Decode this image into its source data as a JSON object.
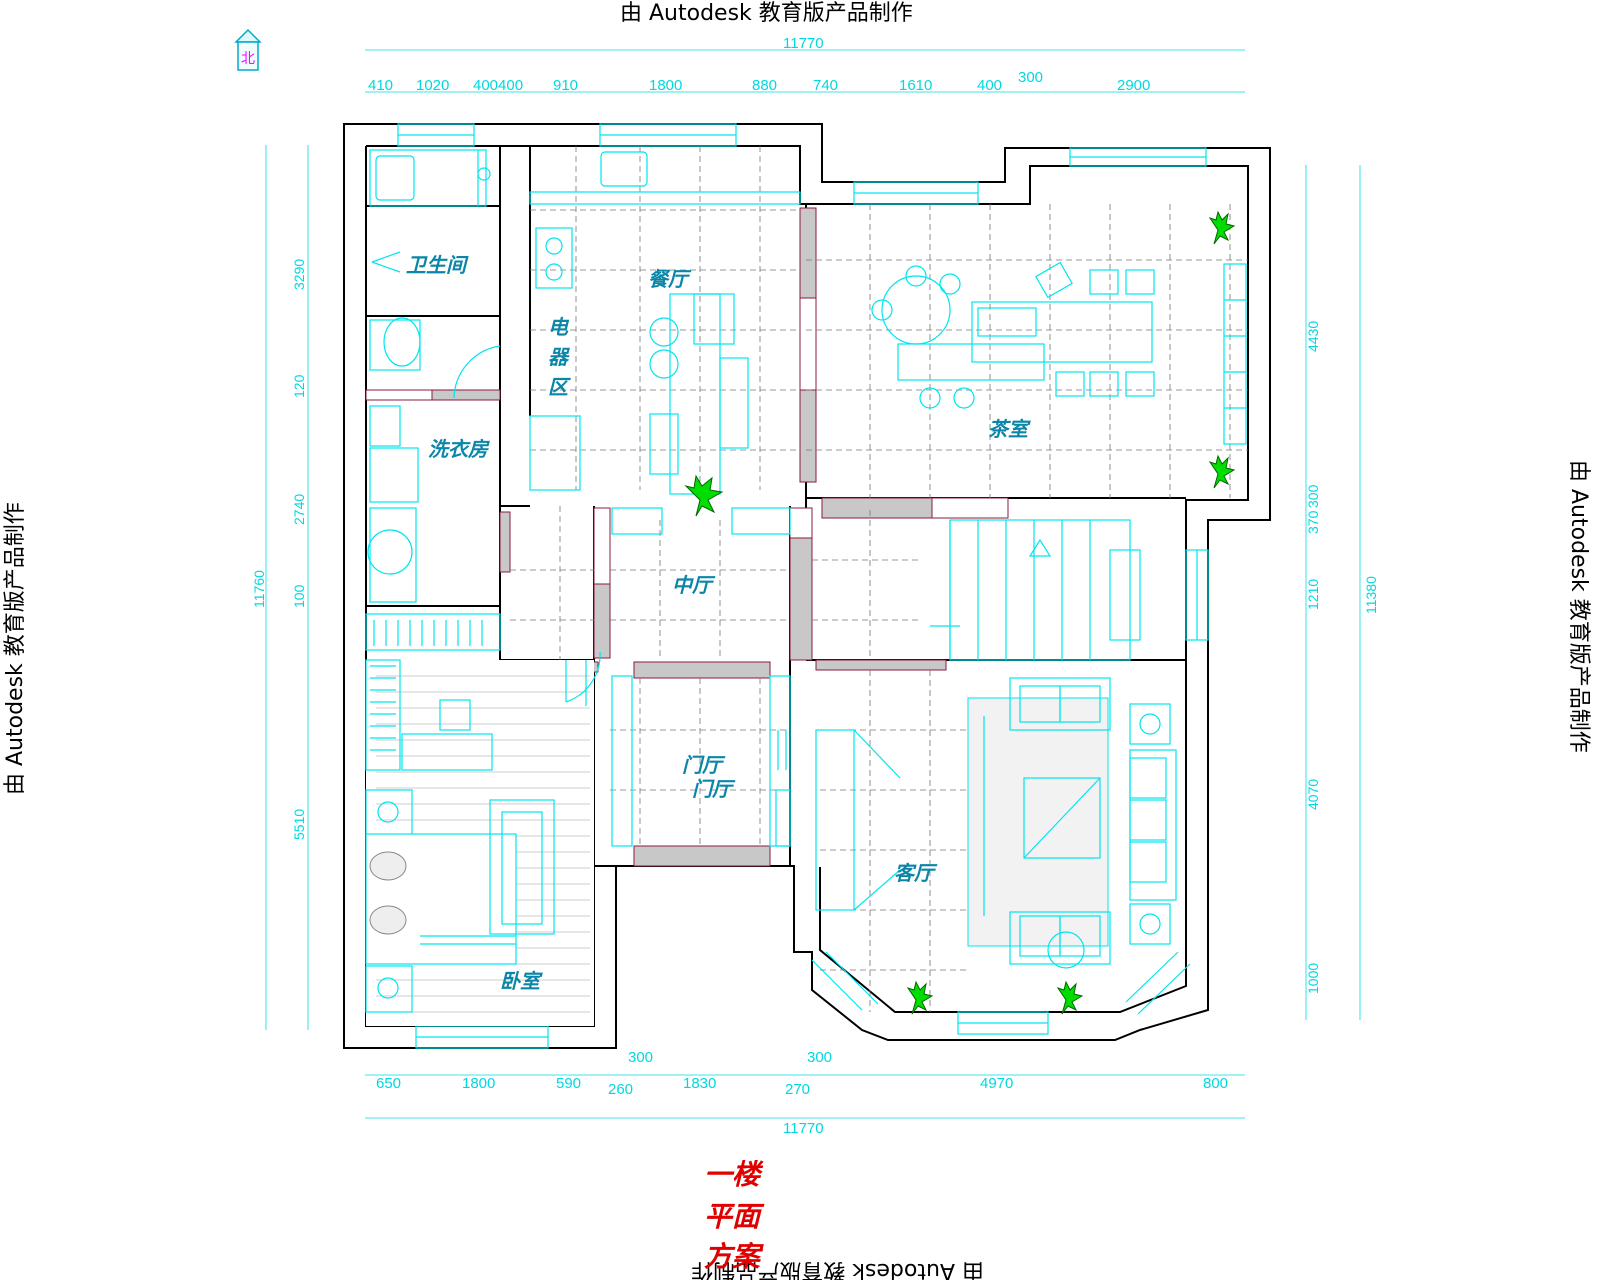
{
  "watermark": {
    "top": "由 Autodesk 教育版产品制作",
    "left": "由 Autodesk 教育版产品制作",
    "right": "由 Autodesk 教育版产品制作",
    "bottom": "由 Autodesk 教育版产品制作"
  },
  "title_block": {
    "line1": "一楼",
    "line2": "平面",
    "line3": "方案"
  },
  "dimensions": {
    "top_total": "11770",
    "top": [
      "410",
      "1020",
      "400400",
      "910",
      "1800",
      "880",
      "740",
      "1610",
      "400",
      "300",
      "2900"
    ],
    "bottom_total": "11770",
    "bottom": [
      "650",
      "1800",
      "590",
      "260",
      "300",
      "1830",
      "270",
      "300",
      "4970",
      "800"
    ],
    "left_total": "11760",
    "left": [
      "3290",
      "120",
      "2740",
      "100",
      "5510"
    ],
    "right_total": "11380",
    "right": [
      "4430",
      "300",
      "370",
      "1210",
      "4070",
      "1000"
    ]
  },
  "rooms": {
    "bathroom": "卫生间",
    "appliance": "电器区",
    "dining": "餐厅",
    "tea": "茶室",
    "laundry": "洗衣房",
    "middle_hall": "中厅",
    "entry1": "门厅",
    "entry2": "门厅",
    "living": "客厅",
    "bedroom": "卧室"
  },
  "colors": {
    "wall": "#000000",
    "fixture": "#00e5ee",
    "room_label": "#0b86a8",
    "title": "#e00000",
    "brick": "#8a1c3c",
    "plant": "#00dd00"
  },
  "icons": [
    "north-house-icon"
  ]
}
